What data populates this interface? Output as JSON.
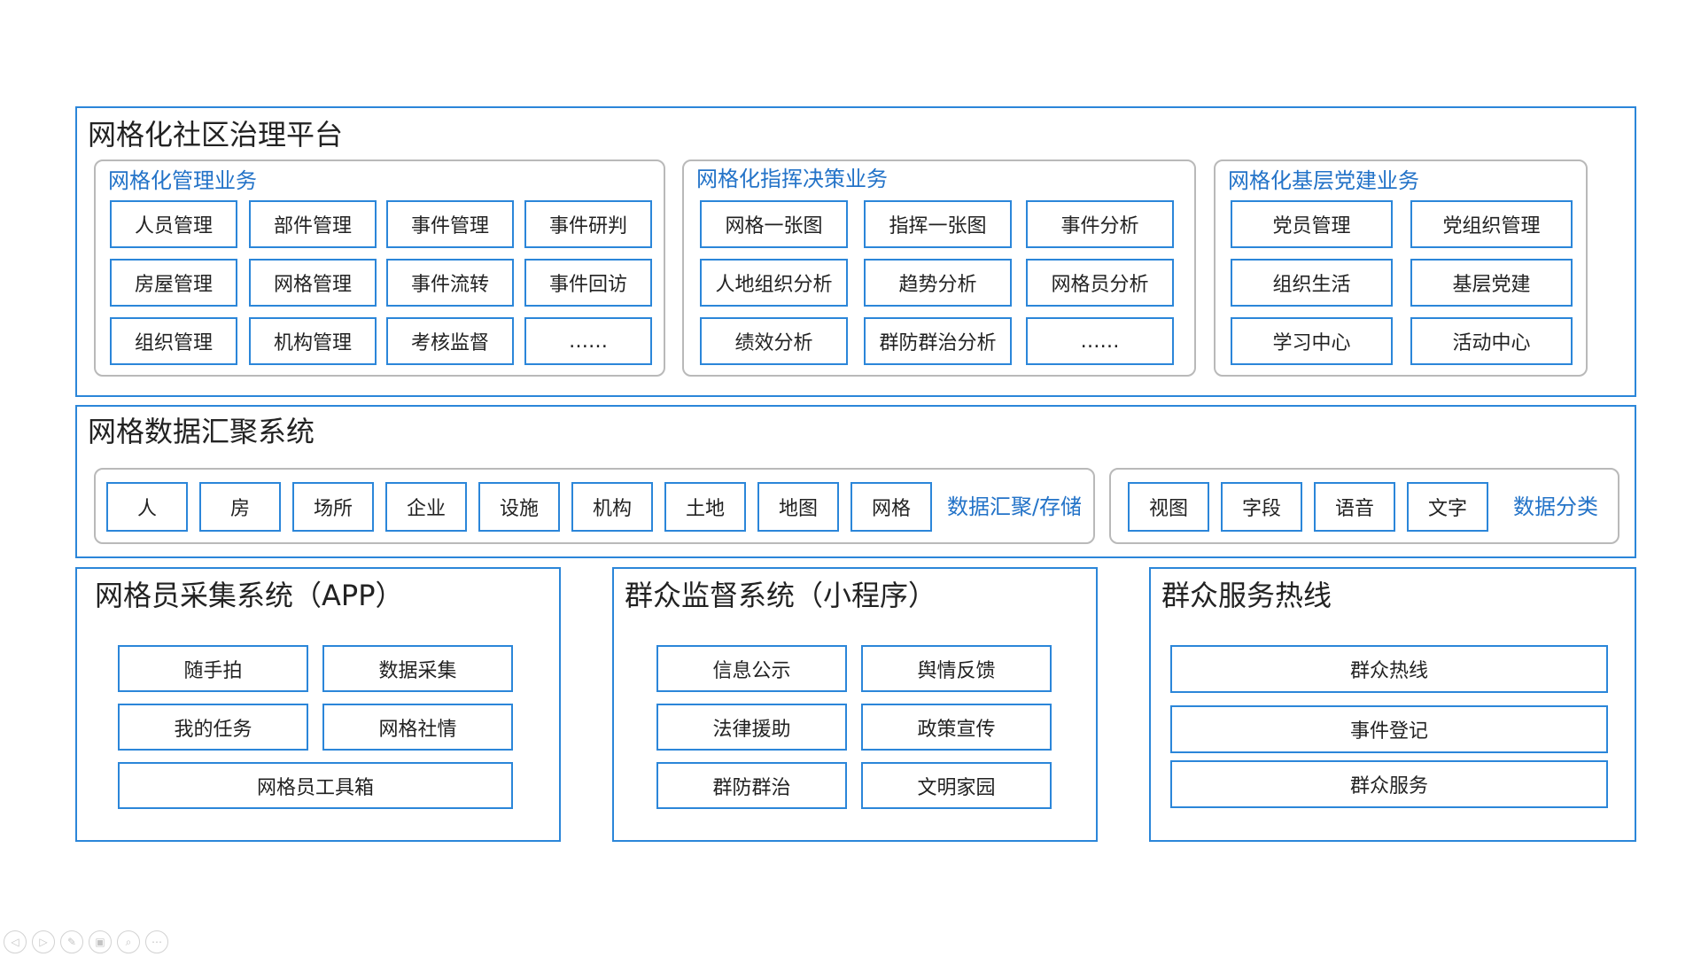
{
  "platform": {
    "title": "网格化社区治理平台",
    "groups": [
      {
        "title": "网格化管理业务",
        "items": [
          "人员管理",
          "部件管理",
          "事件管理",
          "事件研判",
          "房屋管理",
          "网格管理",
          "事件流转",
          "事件回访",
          "组织管理",
          "机构管理",
          "考核监督",
          "……"
        ]
      },
      {
        "title": "网格化指挥决策业务",
        "items": [
          "网格一张图",
          "指挥一张图",
          "事件分析",
          "人地组织分析",
          "趋势分析",
          "网格员分析",
          "绩效分析",
          "群防群治分析",
          "……"
        ]
      },
      {
        "title": "网格化基层党建业务",
        "items": [
          "党员管理",
          "党组织管理",
          "组织生活",
          "基层党建",
          "学习中心",
          "活动中心"
        ]
      }
    ]
  },
  "data_system": {
    "title": "网格数据汇聚系统",
    "aggregate": {
      "items": [
        "人",
        "房",
        "场所",
        "企业",
        "设施",
        "机构",
        "土地",
        "地图",
        "网格"
      ],
      "label": "数据汇聚/存储"
    },
    "classify": {
      "items": [
        "视图",
        "字段",
        "语音",
        "文字"
      ],
      "label": "数据分类"
    }
  },
  "app_system": {
    "title": "网格员采集系统（APP）",
    "items": [
      "随手拍",
      "数据采集",
      "我的任务",
      "网格社情",
      "网格员工具箱"
    ]
  },
  "mini_system": {
    "title": "群众监督系统（小程序）",
    "items": [
      "信息公示",
      "舆情反馈",
      "法律援助",
      "政策宣传",
      "群防群治",
      "文明家园"
    ]
  },
  "hotline": {
    "title": "群众服务热线",
    "items": [
      "群众热线",
      "事件登记",
      "群众服务"
    ]
  },
  "toolbar": {
    "icons": [
      {
        "name": "prev-icon",
        "glyph": "◁"
      },
      {
        "name": "next-icon",
        "glyph": "▷"
      },
      {
        "name": "pen-icon",
        "glyph": "✎"
      },
      {
        "name": "slides-icon",
        "glyph": "▣"
      },
      {
        "name": "zoom-icon",
        "glyph": "⌕"
      },
      {
        "name": "more-icon",
        "glyph": "⋯"
      }
    ]
  },
  "colors": {
    "accent_border": "#2b86d9",
    "group_border": "#b9b9b9",
    "group_title": "#2373c8"
  }
}
